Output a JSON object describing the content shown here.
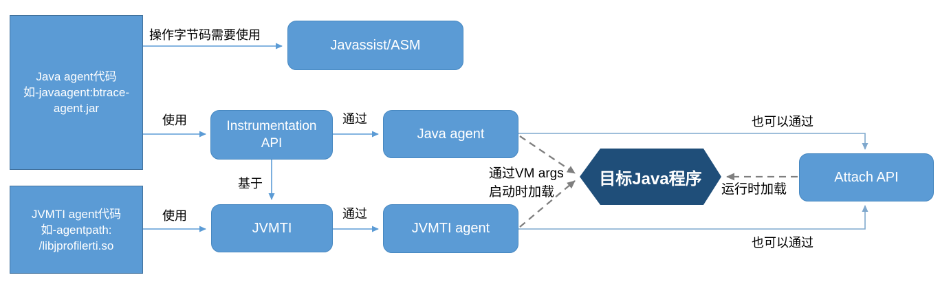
{
  "diagram": {
    "nodes": {
      "java_agent_code": {
        "lines": [
          "Java agent代码",
          "如-javaagent:btrace-",
          "agent.jar"
        ]
      },
      "javassist": {
        "label": "Javassist/ASM"
      },
      "instrumentation": {
        "lines": [
          "Instrumentation",
          "API"
        ]
      },
      "java_agent": {
        "label": "Java agent"
      },
      "jvmti_code": {
        "lines": [
          "JVMTI agent代码",
          "如-agentpath:",
          "/libjprofilerti.so"
        ]
      },
      "jvmti": {
        "label": "JVMTI"
      },
      "jvmti_agent": {
        "label": "JVMTI agent"
      },
      "target_program": {
        "label": "目标Java程序"
      },
      "attach_api": {
        "label": "Attach API"
      }
    },
    "edge_labels": {
      "bytecode": "操作字节码需要使用",
      "use_top": "使用",
      "pass_top": "通过",
      "based_on": "基于",
      "use_bottom": "使用",
      "pass_bottom": "通过",
      "vm_args_line1": "通过VM args",
      "vm_args_line2": "启动时加载",
      "runtime_load": "运行时加载",
      "also_via_top": "也可以通过",
      "also_via_bottom": "也可以通过"
    },
    "colors": {
      "box_fill": "#5b9bd5",
      "box_border": "#41719c",
      "hexagon_fill": "#1f4e79",
      "connector_blue": "#5b9bd5",
      "connector_light": "#7fa8cd",
      "connector_dashed_gray": "#7f7f7f",
      "box_text": "#ffffff",
      "label_text": "#000000"
    }
  }
}
